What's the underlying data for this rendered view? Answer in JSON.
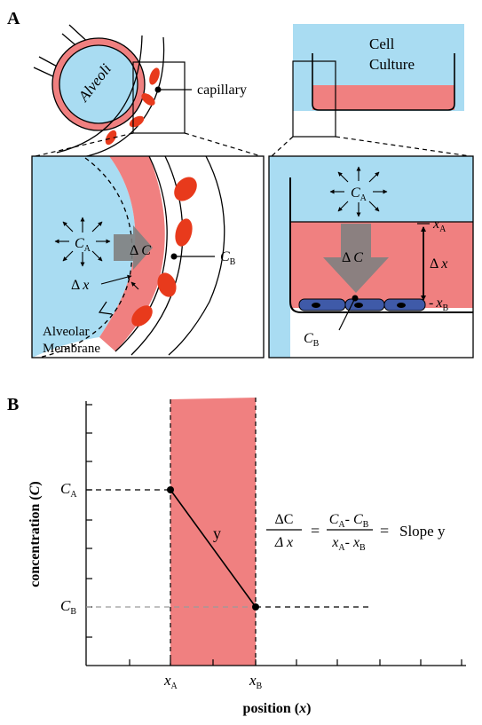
{
  "panel_a": {
    "label": "A",
    "left": {
      "alveoli": "Alveoli",
      "capillary": "capillary",
      "ca_letter": "C",
      "ca_sub": "A",
      "dc_delta": "Δ",
      "dc_letter": "C",
      "cb_letter": "C",
      "cb_sub": "B",
      "dx_delta": "Δ",
      "dx_letter": "x",
      "membrane_line1": "Alveolar",
      "membrane_line2": "Membrane"
    },
    "right": {
      "culture_line1": "Cell",
      "culture_line2": "Culture",
      "ca_letter": "C",
      "ca_sub": "A",
      "xa_letter": "x",
      "xa_sub": "A",
      "dc_delta": "Δ",
      "dc_letter": "C",
      "dx_delta": "Δ",
      "dx_letter": "x",
      "xb_dash": "-",
      "xb_letter": "x",
      "xb_sub": "B",
      "cb_letter": "C",
      "cb_sub": "B"
    }
  },
  "panel_b": {
    "label": "B",
    "ylabel_main": "concentration (",
    "ylabel_var": "C",
    "ylabel_close": ")",
    "xlabel_main": "position (",
    "xlabel_var": "x",
    "xlabel_close": ")",
    "ytick_a_letter": "C",
    "ytick_a_sub": "A",
    "ytick_b_letter": "C",
    "ytick_b_sub": "B",
    "xtick_a_letter": "x",
    "xtick_a_sub": "A",
    "xtick_b_letter": "x",
    "xtick_b_sub": "B",
    "line_label": "y",
    "eq": {
      "num1": "ΔC",
      "den1": "Δ x",
      "equals1": "=",
      "num2_c1": "C",
      "num2_s1": "A",
      "num2_mid": "- ",
      "num2_c2": "C",
      "num2_s2": "B",
      "den2_x1": "x",
      "den2_s1": "A",
      "den2_mid": "- ",
      "den2_x2": "x",
      "den2_s2": "B",
      "equals2": "=",
      "slope": "Slope y"
    }
  },
  "colors": {
    "blue": "#a9dcf2",
    "pink": "#f08080",
    "red_cell": "#e83a1c",
    "cell_blue": "#3f5aa8",
    "arrow_gray": "#7f7f7f"
  }
}
